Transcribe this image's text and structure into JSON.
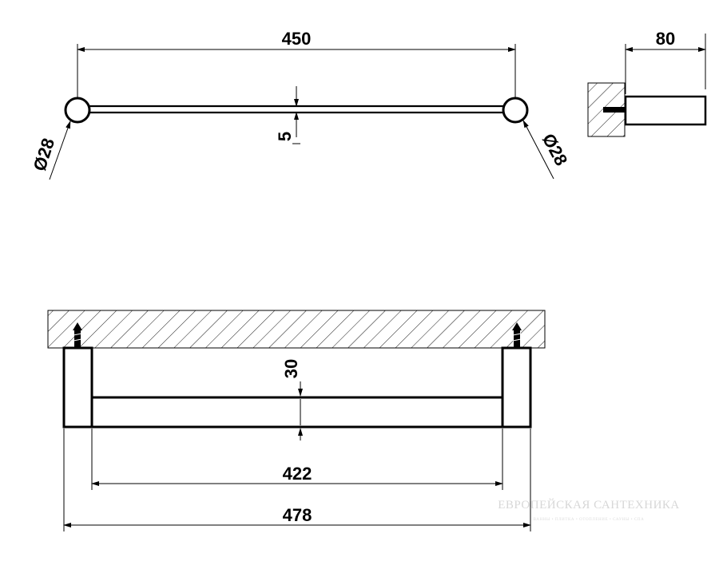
{
  "dimensions": {
    "top_length": "450",
    "top_depth": "80",
    "rod_thickness": "5",
    "left_diameter": "Ø28",
    "right_diameter": "Ø28",
    "bar_height": "30",
    "inner_length": "422",
    "overall_length": "478"
  },
  "watermark": {
    "title": "ЕВРОПЕЙСКАЯ САНТЕХНИКА",
    "subtitle": "ВАННЫ • ПЛИТКА • ОТОПЛЕНИЕ • САУНЫ • СПА"
  }
}
